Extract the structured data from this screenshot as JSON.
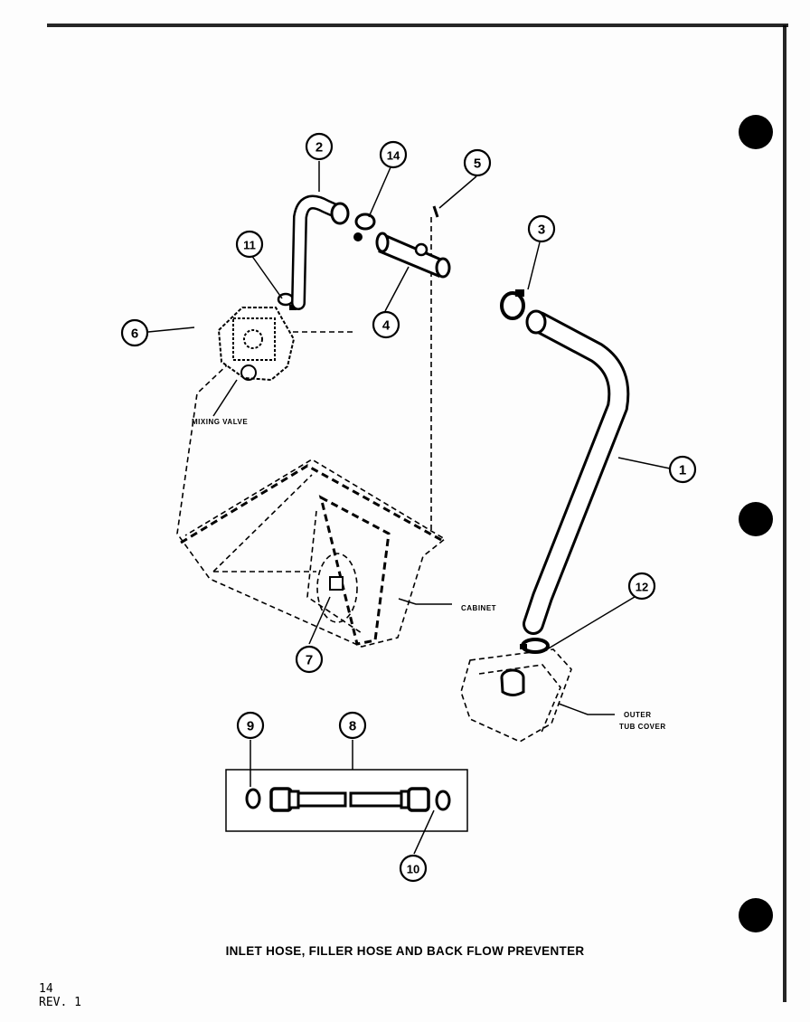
{
  "diagram": {
    "callouts": [
      "1",
      "2",
      "3",
      "4",
      "5",
      "6",
      "7",
      "8",
      "9",
      "10",
      "11",
      "12",
      "14"
    ],
    "labels": {
      "mixing_valve": "MIXING VALVE",
      "cabinet": "CABINET",
      "outer_tub_cover_line1": "OUTER",
      "outer_tub_cover_line2": "TUB COVER"
    },
    "caption": "INLET HOSE, FILLER HOSE AND BACK FLOW PREVENTER",
    "page_number": "14",
    "revision": "REV. 1"
  }
}
